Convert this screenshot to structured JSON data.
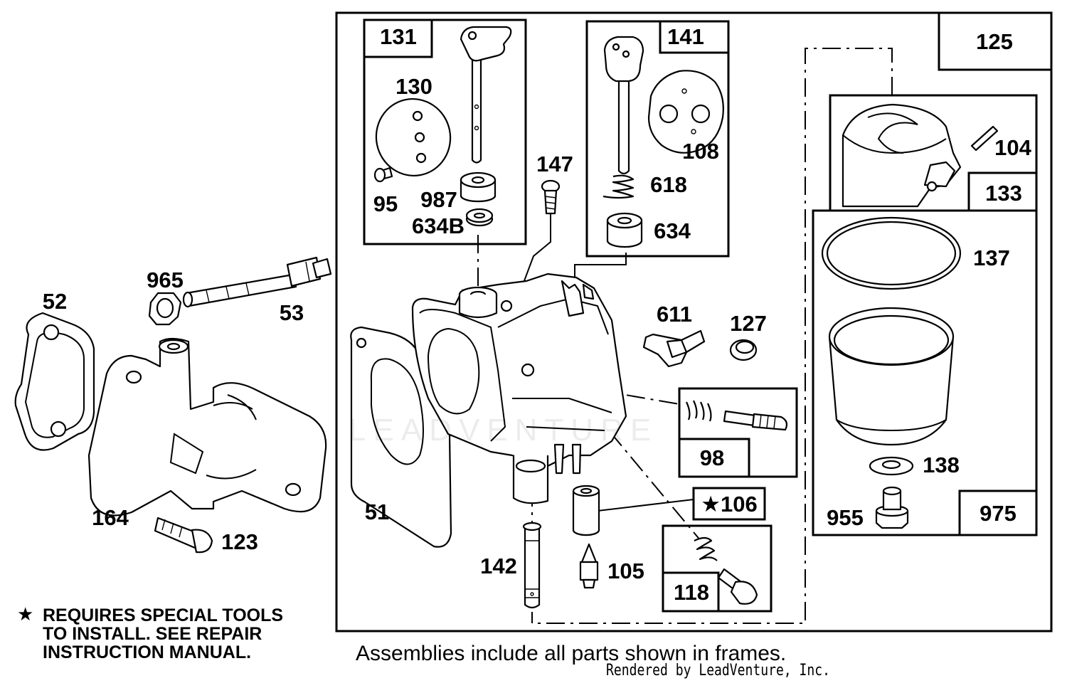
{
  "part_labels": {
    "p131": "131",
    "p130": "130",
    "p95": "95",
    "p987": "987",
    "p634b": "634B",
    "p141": "141",
    "p108": "108",
    "p618": "618",
    "p634": "634",
    "p147": "147",
    "p125": "125",
    "p104": "104",
    "p133": "133",
    "p137": "137",
    "p138": "138",
    "p955": "955",
    "p975": "975",
    "p965": "965",
    "p52": "52",
    "p53": "53",
    "p164": "164",
    "p123": "123",
    "p51": "51",
    "p611": "611",
    "p127": "127",
    "p98": "98",
    "p106": "★106",
    "p118": "118",
    "p142": "142",
    "p105": "105"
  },
  "notes": {
    "tools_star": "★",
    "tools_text": "REQUIRES SPECIAL TOOLS\nTO INSTALL.  SEE REPAIR\nINSTRUCTION MANUAL.",
    "assemblies": "Assemblies include all parts shown in frames.",
    "rendered_by": "Rendered by LeadVenture, Inc."
  },
  "watermark": "LEADVENTURE"
}
